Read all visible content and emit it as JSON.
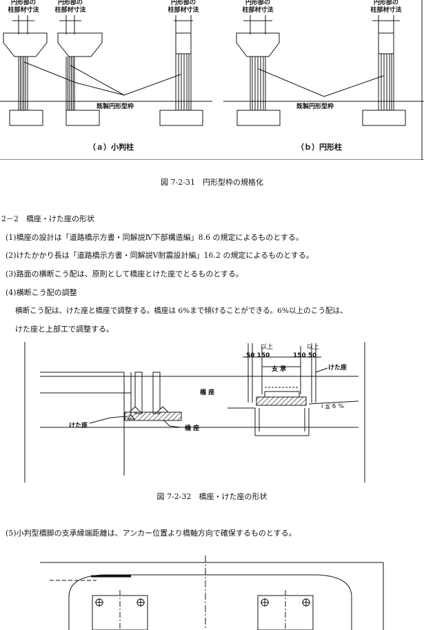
{
  "fig31": {
    "col_labels": [
      "円形部の\n柱部材寸法",
      "円形部の\n柱部材寸法",
      "円形部の\n柱部材寸法",
      "円形部の\n柱部材寸法",
      "円形部の\n柱部材寸法"
    ],
    "formwork_label_a": "既製円形型枠",
    "formwork_label_b": "既製円形型枠",
    "label_a": "（ａ）小判柱",
    "label_b": "（ｂ）円形柱",
    "caption": "図 7-2-31　円形型枠の規格化"
  },
  "section": {
    "heading": "2－2　橋座・けた座の形状",
    "items": [
      "(1)橋座の設計は「道路橋示方書・同解説Ⅳ下部構造編」8.6 の規定によるものとする。",
      "(2)けたかかり長は「道路橋示方書・同解説Ⅴ耐震設計編」16.2 の規定によるものとする。",
      "(3)路面の横断こう配は、原則として橋座とけた座でとるものとする。",
      "(4)横断こう配の調整"
    ],
    "para_lines": [
      "横断こう配は、けた座と橋座で調整する。橋座は 6%まで傾けることができる。6%以上のこう配は、",
      "けた座と上部工で調整する。"
    ]
  },
  "fig32": {
    "label_keta": "けた座",
    "label_kyo": "橋 座",
    "label_kyo2": "橋 座",
    "label_ijou1": "以上",
    "label_ijou2": "以上",
    "label_dim1": "50 150",
    "label_dim2": "150 50",
    "label_shisho": "支 承",
    "label_keta2": "けた座",
    "label_slope": "i ≦ 6 %",
    "caption": "図 7-2-32　橋座・けた座の形状"
  },
  "item5": "(5)小判型橋脚の支承縁端距離は、アンカー位置より橋軸方向で確保するものとする。"
}
